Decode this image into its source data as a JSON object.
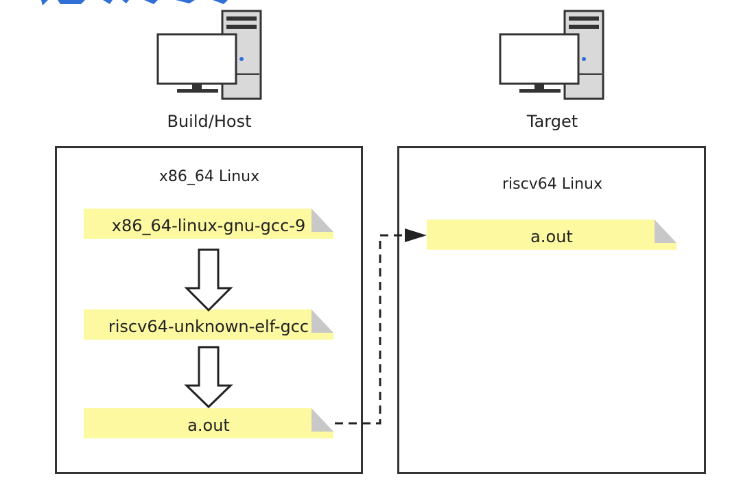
{
  "hosts": {
    "build_host": {
      "label": "Build/Host",
      "icon": "desktop-computer-icon"
    },
    "target": {
      "label": "Target",
      "icon": "desktop-computer-icon"
    }
  },
  "panels": {
    "host": {
      "title": "x86_64 Linux",
      "notes": [
        {
          "label": "x86_64-linux-gnu-gcc-9"
        },
        {
          "label": "riscv64-unknown-elf-gcc"
        },
        {
          "label": "a.out"
        }
      ]
    },
    "target": {
      "title": "riscv64 Linux",
      "notes": [
        {
          "label": "a.out"
        }
      ]
    }
  },
  "colors": {
    "note_fill": "#fdf9a0",
    "note_fold": "#c8c8c8",
    "border": "#333333",
    "accent_blue": "#2f6fd6"
  }
}
